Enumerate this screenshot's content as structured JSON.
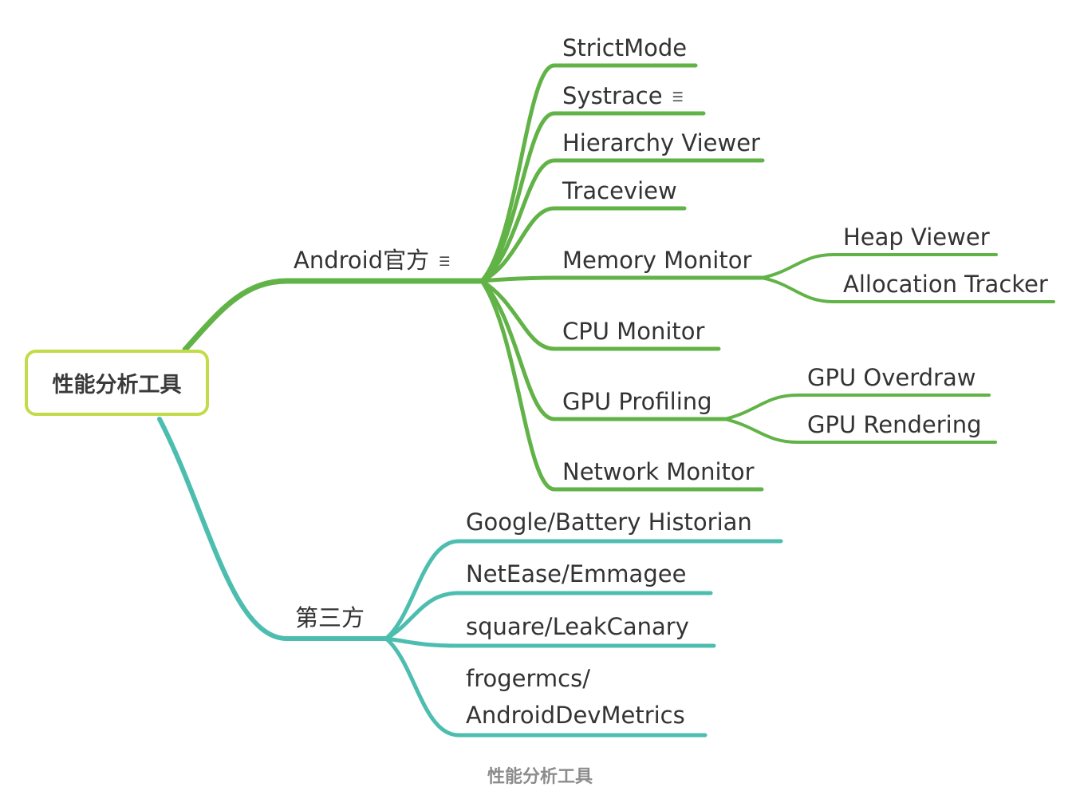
{
  "root": {
    "label": "性能分析工具"
  },
  "branches": {
    "android": {
      "label": "Android官方",
      "has_note": true,
      "children": [
        {
          "label": "StrictMode"
        },
        {
          "label": "Systrace",
          "has_note": true
        },
        {
          "label": "Hierarchy Viewer"
        },
        {
          "label": "Traceview"
        },
        {
          "label": "Memory Monitor",
          "children": [
            {
              "label": "Heap Viewer"
            },
            {
              "label": "Allocation Tracker"
            }
          ]
        },
        {
          "label": "CPU Monitor"
        },
        {
          "label": "GPU Profiling",
          "children": [
            {
              "label": "GPU Overdraw"
            },
            {
              "label": "GPU Rendering"
            }
          ]
        },
        {
          "label": "Network Monitor"
        }
      ]
    },
    "third_party": {
      "label": "第三方",
      "children": [
        {
          "label": "Google/Battery Historian"
        },
        {
          "label": "NetEase/Emmagee"
        },
        {
          "label": "square/LeakCanary"
        },
        {
          "label_line1": "frogermcs/",
          "label_line2": "AndroidDevMetrics"
        }
      ]
    }
  },
  "caption": "性能分析工具",
  "colors": {
    "green_branch": "#62b347",
    "teal_branch": "#4dbdb0",
    "root_border": "#c3db4a"
  },
  "icons": {
    "note": "note-icon"
  }
}
